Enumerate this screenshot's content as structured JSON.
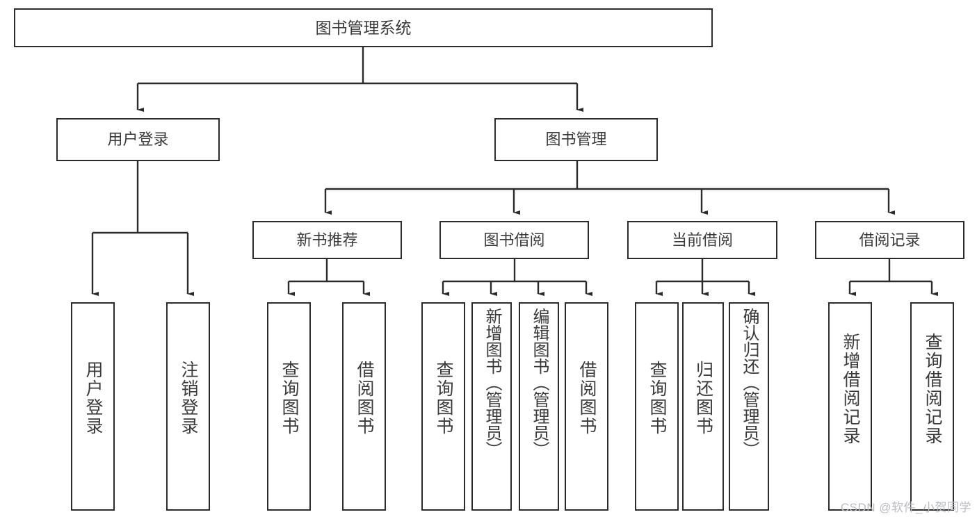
{
  "diagram": {
    "type": "tree",
    "title": "图书管理系统",
    "watermark": "CSDN @软件_小贺同学",
    "colors": {
      "stroke": "#2b2b2b",
      "fill": "#ffffff",
      "text": "#3a3a3a",
      "watermark": "#b9bcc0"
    },
    "levels": {
      "root": {
        "label": "图书管理系统"
      },
      "level2": [
        {
          "label": "用户登录"
        },
        {
          "label": "图书管理"
        }
      ],
      "level3": [
        {
          "label": "新书推荐"
        },
        {
          "label": "图书借阅"
        },
        {
          "label": "当前借阅"
        },
        {
          "label": "借阅记录"
        }
      ],
      "leaves": {
        "user_login": [
          {
            "label": "用户登录"
          },
          {
            "label": "注销登录"
          }
        ],
        "new_book_rec": [
          {
            "label": "查询图书"
          },
          {
            "label": "借阅图书"
          }
        ],
        "book_borrow": [
          {
            "label": "查询图书"
          },
          {
            "label": "新增图书（管理员）"
          },
          {
            "label": "编辑图书（管理员）"
          },
          {
            "label": "借阅图书"
          }
        ],
        "current_borrow": [
          {
            "label": "查询图书"
          },
          {
            "label": "归还图书"
          },
          {
            "label": "确认归还（管理员）"
          }
        ],
        "borrow_record": [
          {
            "label": "新增借阅记录"
          },
          {
            "label": "查询借阅记录"
          }
        ]
      }
    }
  }
}
